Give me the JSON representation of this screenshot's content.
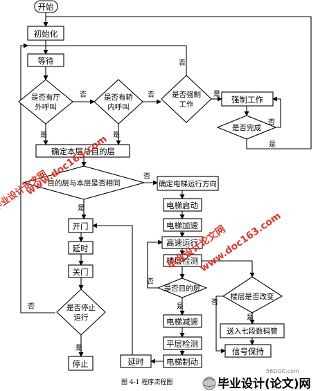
{
  "flowchart": {
    "start": "开始",
    "init": "初始化",
    "wait": "等待",
    "q_outside_call": [
      "是否有厅",
      "外呼叫"
    ],
    "q_inside_call": [
      "是否有轿",
      "内呼叫"
    ],
    "q_forced": [
      "是否强制",
      "工作"
    ],
    "forced_work": "强制工作",
    "q_done": "是否完成",
    "determine_floor": "确定本层与目的层",
    "q_same_floor": "目的层与本层是否相同",
    "determine_direction": "确定电梯运行方向",
    "elevator_start": "电梯启动",
    "elevator_accel": "电梯加速",
    "high_speed": "高速运行",
    "floor_detect": "楼层检测",
    "q_target_floor": "是否目的层",
    "q_floor_changed": "楼层是否改变",
    "send_7seg": "送入七段数码管",
    "signal_hold": "信号保持",
    "elevator_decel": "电梯减速",
    "level_detect": "平层检测",
    "elevator_brake": "电梯制动",
    "delay_right": "延时",
    "open_door": "开门",
    "delay_left": "延时",
    "close_door": "关门",
    "q_stop": [
      "是否停止",
      "运行"
    ],
    "stop": "停止"
  },
  "labels": {
    "yes": "是",
    "no": "否"
  },
  "caption": "图 4-1  程序流程图",
  "watermarks": {
    "brand_cn": "毕业设计论文网",
    "url": "www.doc163.com",
    "url2": "www.doc163.com",
    "footer_site": "56DOC.com",
    "footer_brand": "毕业设计(论文)网"
  },
  "colors": {
    "watermark": "#e0261b",
    "lines": "#000000"
  }
}
